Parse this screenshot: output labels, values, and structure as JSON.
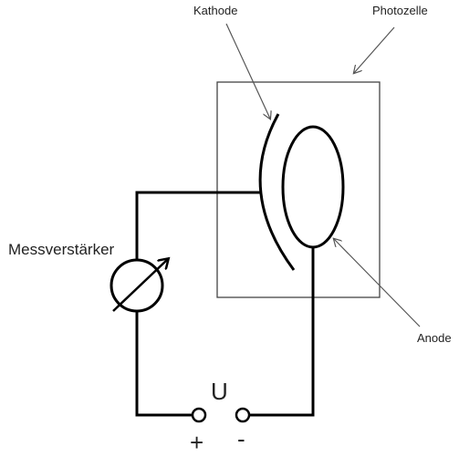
{
  "labels": {
    "kathode": "Kathode",
    "photozelle": "Photozelle",
    "messverstaerker": "Messverstärker",
    "anode": "Anode",
    "voltage": "U",
    "plus": "+",
    "minus": "-"
  },
  "colors": {
    "line": "#000000",
    "pointer": "#555555",
    "text": "#222222"
  }
}
